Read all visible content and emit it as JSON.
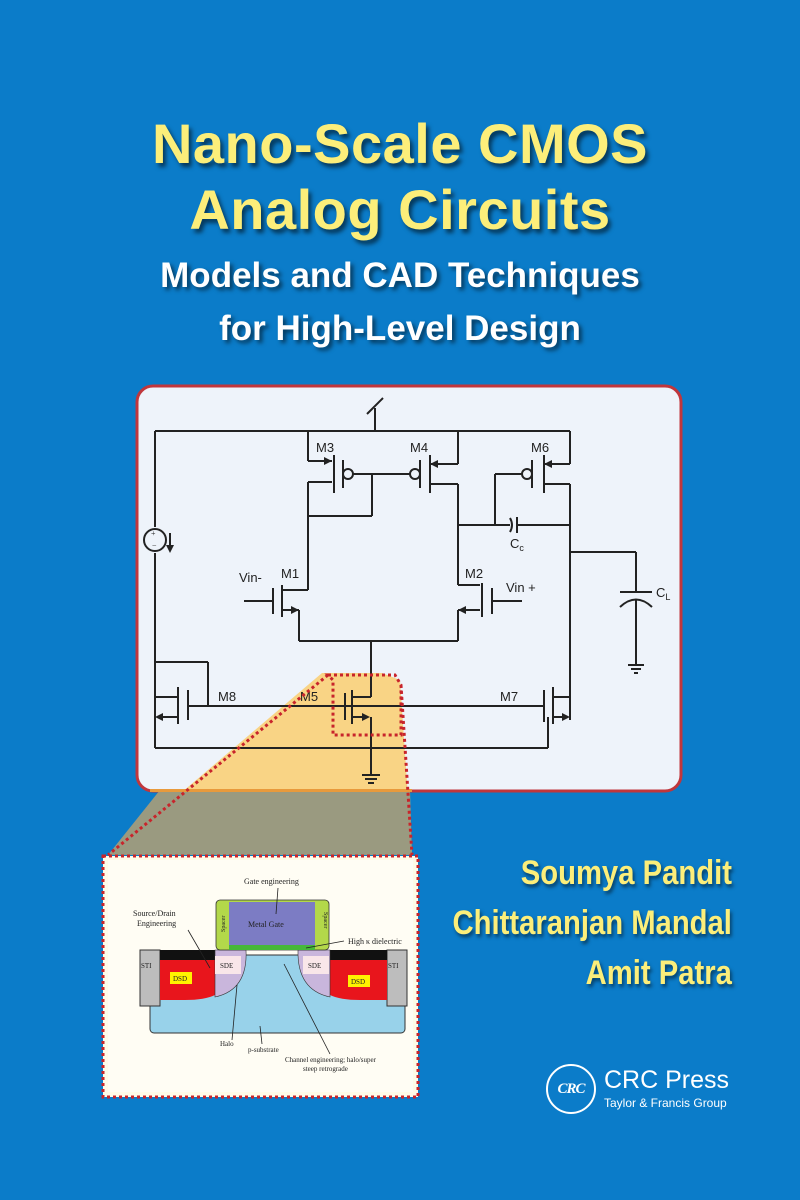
{
  "cover": {
    "title_line1": "Nano-Scale CMOS",
    "title_line2": "Analog Circuits",
    "subtitle_line1": "Models and CAD Techniques",
    "subtitle_line2": "for High-Level Design",
    "authors": [
      "Soumya Pandit",
      "Chittaranjan Mandal",
      "Amit Patra"
    ],
    "publisher": {
      "logo_text": "CRC",
      "name": "CRC Press",
      "group": "Taylor & Francis Group"
    },
    "colors": {
      "background": "#0b7cc9",
      "title": "#fcee7a",
      "subtitle": "#ffffff",
      "circuit_panel": "#eef3fa",
      "panel_border": "#c0363c",
      "highlight": "#f9d27e",
      "zoom_dots": "#c8242b"
    }
  },
  "circuit": {
    "transistors": [
      "M1",
      "M2",
      "M3",
      "M4",
      "M5",
      "M6",
      "M7",
      "M8"
    ],
    "inputs": [
      "Vin-",
      "Vin +"
    ],
    "capacitors": [
      "Cc",
      "CL"
    ],
    "cc_label": "C",
    "cc_sub": "c",
    "cl_label": "C",
    "cl_sub": "L"
  },
  "device_cross_section": {
    "labels": {
      "gate_engineering": "Gate engineering",
      "metal_gate": "Metal Gate",
      "spacer": "Spacer",
      "source_drain": "Source/Drain",
      "engineering": "Engineering",
      "high_k": "High κ dielectric",
      "sti": "STI",
      "sde": "SDE",
      "dsd": "DSD",
      "halo": "Halo",
      "p_substrate": "p-substrate",
      "channel_line1": "Channel engineering; halo/super",
      "channel_line2": "steep retrograde"
    }
  }
}
